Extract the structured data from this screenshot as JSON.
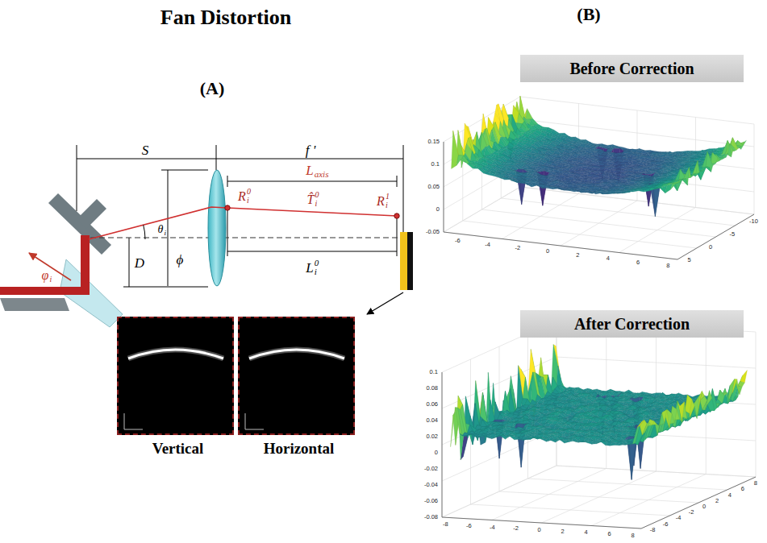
{
  "diagram": {
    "title": "Fan Distortion",
    "nodes": [
      {
        "text": [
          "Vertical"
        ]
      },
      {
        "text": [
          "Horizontal"
        ]
      },
      {
        "text": [
          "Before Correction"
        ]
      },
      {
        "text": [
          "After Correction"
        ]
      }
    ],
    "labels": [
      "(A)",
      "(B)",
      "S",
      "f '",
      "L",
      "axis",
      "R",
      "i",
      "0",
      "T̂",
      "i",
      "0",
      "R",
      "i",
      "1",
      "θ",
      "i",
      "φ",
      "i",
      "D",
      "ϕ",
      "L",
      "i",
      "0",
      "0.15",
      "0.1",
      "0.05",
      "0",
      "-0.05",
      "-6",
      "-4",
      "-2",
      "0",
      "2",
      "4",
      "6",
      "8",
      "5",
      "0",
      "-5",
      "-10",
      "0.1",
      "0.08",
      "0.06",
      "0.04",
      "0.02",
      "0",
      "-0.02",
      "-0.04",
      "-0.06",
      "-0.08",
      "-8",
      "-6",
      "-4",
      "-2",
      "0",
      "2",
      "4",
      "6",
      "8",
      "-8",
      "-6",
      "-4",
      "-2",
      "0",
      "2",
      "4",
      "6",
      "8"
    ]
  }
}
